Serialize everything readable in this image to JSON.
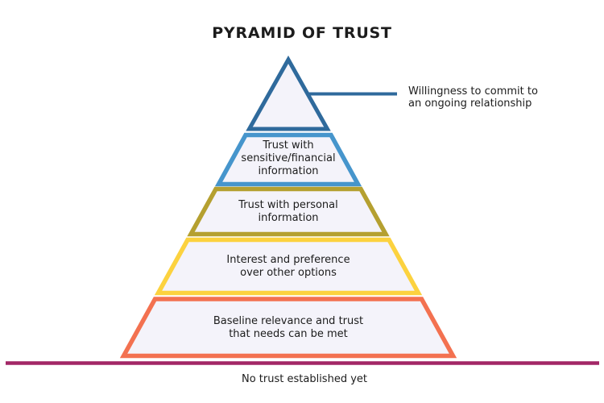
{
  "title": "PYRAMID OF TRUST",
  "levels": [
    {
      "name": "commitment",
      "label": "",
      "annotation": "Willingness to commit to\nan ongoing relationship",
      "color": "#2F6A9C"
    },
    {
      "name": "sensitive-financial-information",
      "label": "Trust with\nsensitive/financial\ninformation",
      "color": "#4695CC"
    },
    {
      "name": "personal-information",
      "label": "Trust with personal\ninformation",
      "color": "#B5A030"
    },
    {
      "name": "interest-preference",
      "label": "Interest and preference\nover other options",
      "color": "#FCD23F"
    },
    {
      "name": "baseline-relevance",
      "label": "Baseline relevance and trust\nthat needs can be met",
      "color": "#F37150"
    }
  ],
  "baseline": {
    "label": "No trust established yet",
    "color": "#A22766"
  },
  "colors": {
    "shape_fill": "#F4F3FA",
    "text": "#1C1C1C"
  }
}
